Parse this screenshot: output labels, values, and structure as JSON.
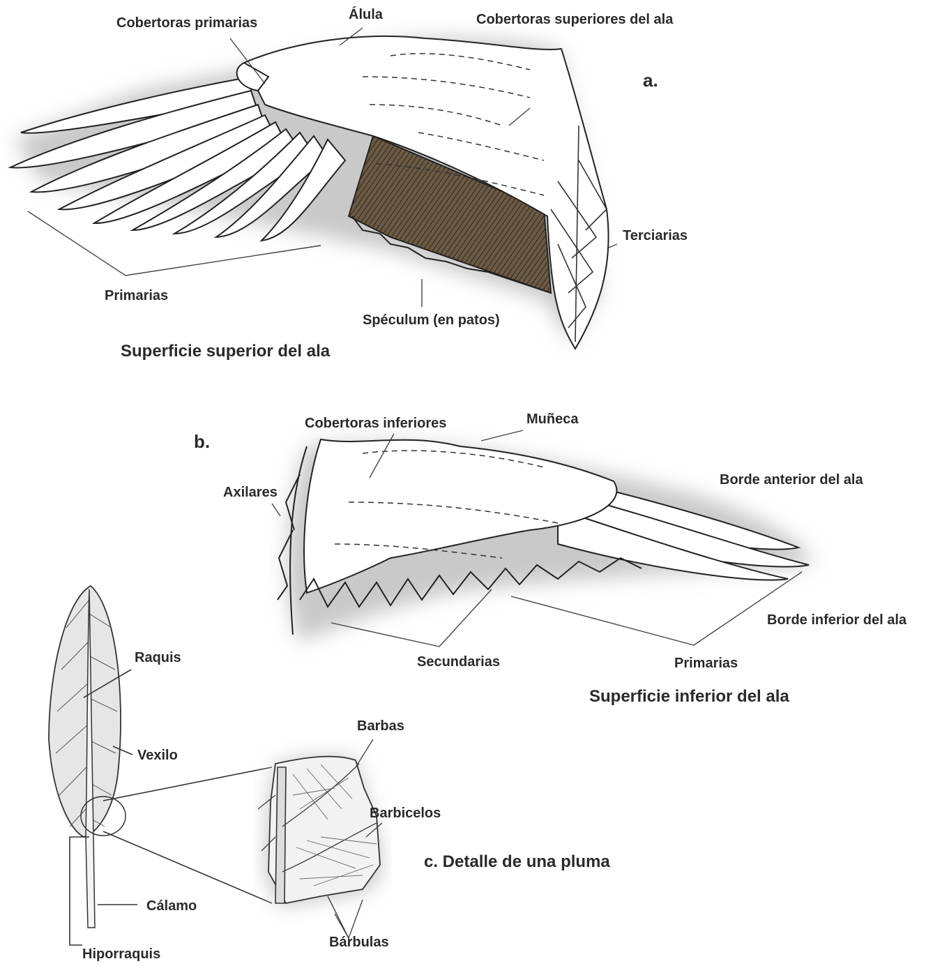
{
  "section_a": {
    "marker": "a.",
    "title": "Superficie superior del ala",
    "labels": {
      "cobertoras_primarias": "Cobertoras primarias",
      "alula": "Álula",
      "cobertoras_superiores": "Cobertoras superiores del ala",
      "terciarias": "Terciarias",
      "primarias": "Primarias",
      "speculum": "Spéculum (en patos)"
    }
  },
  "section_b": {
    "marker": "b.",
    "title": "Superficie inferior del ala",
    "labels": {
      "cobertoras_inferiores": "Cobertoras inferiores",
      "muneca": "Muñeca",
      "axilares": "Axilares",
      "borde_anterior": "Borde anterior del ala",
      "borde_inferior": "Borde inferior del ala",
      "secundarias": "Secundarias",
      "primarias": "Primarias"
    }
  },
  "section_c": {
    "title": "c. Detalle de una pluma",
    "labels": {
      "raquis": "Raquis",
      "vexilo": "Vexilo",
      "calamo": "Cálamo",
      "hiporraquis": "Hiporraquis",
      "barbas": "Barbas",
      "barbicelos": "Barbicelos",
      "barbulas": "Bárbulas"
    }
  },
  "colors": {
    "ink": "#2a2a2a",
    "speculum": "#5a4a38",
    "shadow": "#bdbdbd"
  }
}
